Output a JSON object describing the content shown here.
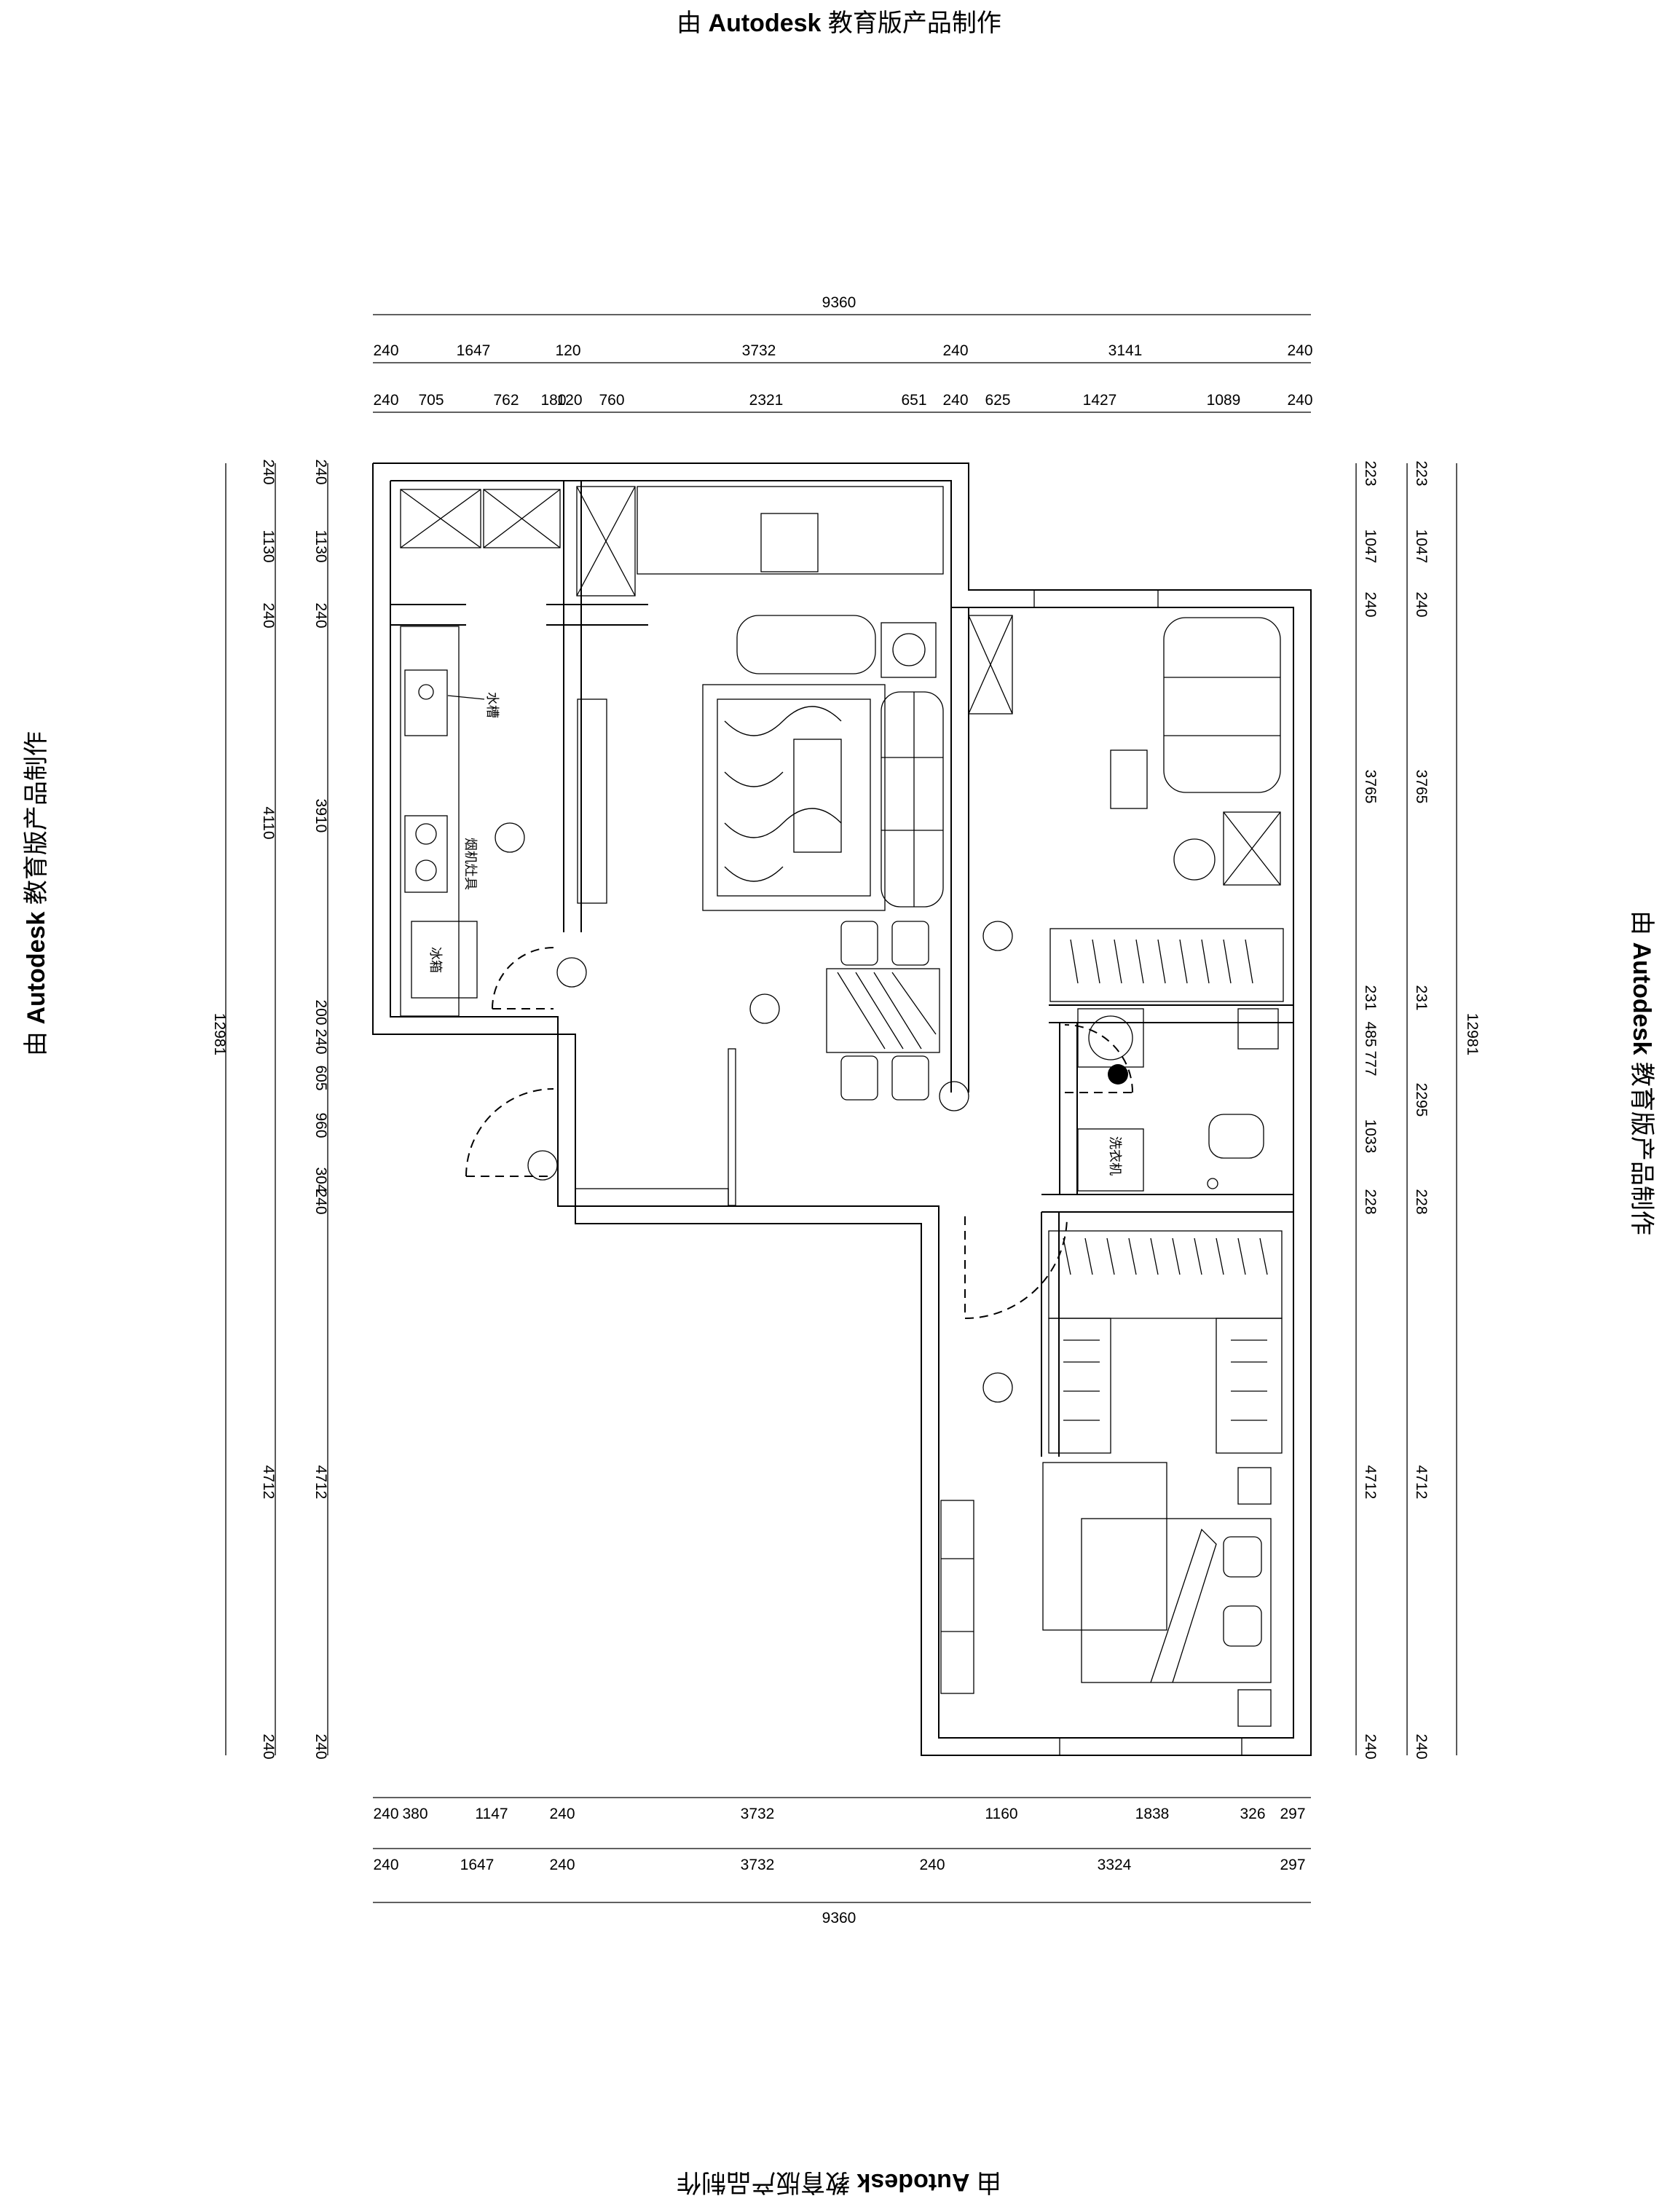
{
  "watermark": {
    "prefix": "由",
    "brand": "Autodesk",
    "suffix": "教育版产品制作"
  },
  "dimensions": {
    "top_total": "9360",
    "top_row1": [
      "240",
      "1647",
      "120",
      "3732",
      "240",
      "3141",
      "240"
    ],
    "top_row2": [
      "240",
      "705",
      "762",
      "180",
      "120",
      "760",
      "2321",
      "651",
      "240",
      "625",
      "1427",
      "1089",
      "240"
    ],
    "bottom_row1": [
      "240",
      "380",
      "1147",
      "240",
      "3732",
      "1160",
      "1838",
      "326",
      "297"
    ],
    "bottom_row2": [
      "240",
      "1647",
      "240",
      "3732",
      "240",
      "3324",
      "297"
    ],
    "bottom_total": "9360",
    "left_total": "12981",
    "left_outer": [
      "240",
      "1130",
      "240",
      "4110",
      "4712",
      "240"
    ],
    "left_inner": [
      "240",
      "1130",
      "240",
      "3910",
      "200",
      "240",
      "605",
      "960",
      "304",
      "240",
      "4712",
      "240"
    ],
    "right_inner": [
      "223",
      "1047",
      "240",
      "3765",
      "231",
      "485",
      "777",
      "1033",
      "228",
      "4712",
      "240"
    ],
    "right_outer": [
      "223",
      "1047",
      "240",
      "3765",
      "231",
      "2295",
      "228",
      "4712",
      "240"
    ],
    "right_total": "12981"
  },
  "room_labels": {
    "sink": "水槽",
    "range_hood": "烟机灶具",
    "fridge": "冰箱",
    "washer": "洗衣机"
  }
}
